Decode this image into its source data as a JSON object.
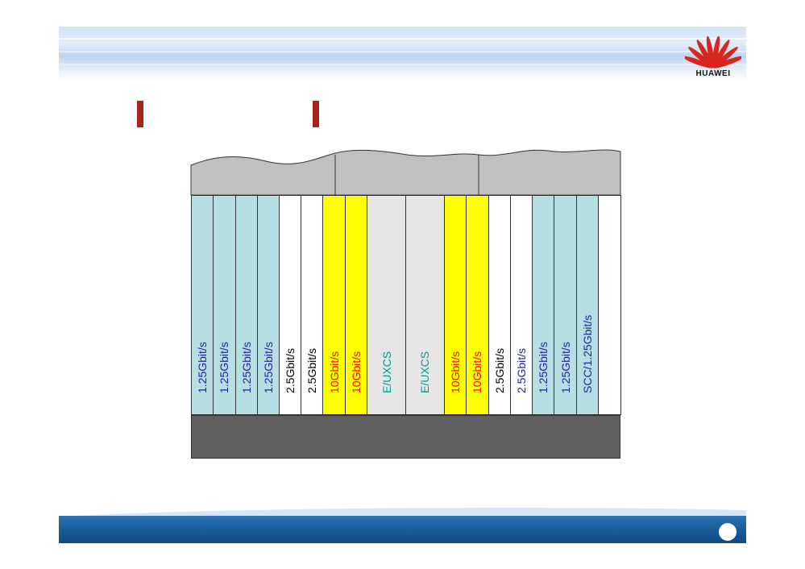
{
  "header": {
    "logo_text": "HUAWEI",
    "logo_color": "#d7261e"
  },
  "title": {
    "marker_color": "#a8231c"
  },
  "diagram": {
    "colors": {
      "light_blue": "#b7dee2",
      "white": "#ffffff",
      "yellow": "#ffff00",
      "light_gray": "#e6e6e6",
      "top_gray": "#c0c0c0",
      "bottom_gray": "#606060",
      "text_blue": "#1f1fa0",
      "text_black": "#000000",
      "text_red": "#ff0000",
      "text_teal": "#009999"
    },
    "slots": [
      {
        "label": "1.25Gbit/s",
        "fill": "light_blue",
        "text": "text_blue"
      },
      {
        "label": "1.25Gbit/s",
        "fill": "light_blue",
        "text": "text_blue"
      },
      {
        "label": "1.25Gbit/s",
        "fill": "light_blue",
        "text": "text_blue"
      },
      {
        "label": "1.25Gbit/s",
        "fill": "light_blue",
        "text": "text_blue"
      },
      {
        "label": "2.5Gbit/s",
        "fill": "white",
        "text": "text_black"
      },
      {
        "label": "2.5Gbit/s",
        "fill": "white",
        "text": "text_black"
      },
      {
        "label": "10Gbit/s",
        "fill": "yellow",
        "text": "text_red"
      },
      {
        "label": "10Gbit/s",
        "fill": "yellow",
        "text": "text_red"
      },
      {
        "label": "E/UXCS",
        "fill": "light_gray",
        "text": "text_teal"
      },
      {
        "label": "E/UXCS",
        "fill": "light_gray",
        "text": "text_teal"
      },
      {
        "label": "10Gbit/s",
        "fill": "yellow",
        "text": "text_red"
      },
      {
        "label": "10Gbit/s",
        "fill": "yellow",
        "text": "text_red"
      },
      {
        "label": "2.5Gbit/s",
        "fill": "white",
        "text": "text_black"
      },
      {
        "label": "2.5Gbit/s",
        "fill": "white",
        "text": "text_blue"
      },
      {
        "label": "1.25Gbit/s",
        "fill": "light_blue",
        "text": "text_blue"
      },
      {
        "label": "1.25Gbit/s",
        "fill": "light_blue",
        "text": "text_blue"
      },
      {
        "label": "SCC/1.25Gbit/s",
        "fill": "light_blue",
        "text": "text_blue"
      },
      {
        "label": "",
        "fill": "white",
        "text": "text_black"
      }
    ]
  },
  "footer": {
    "page_number": ""
  }
}
